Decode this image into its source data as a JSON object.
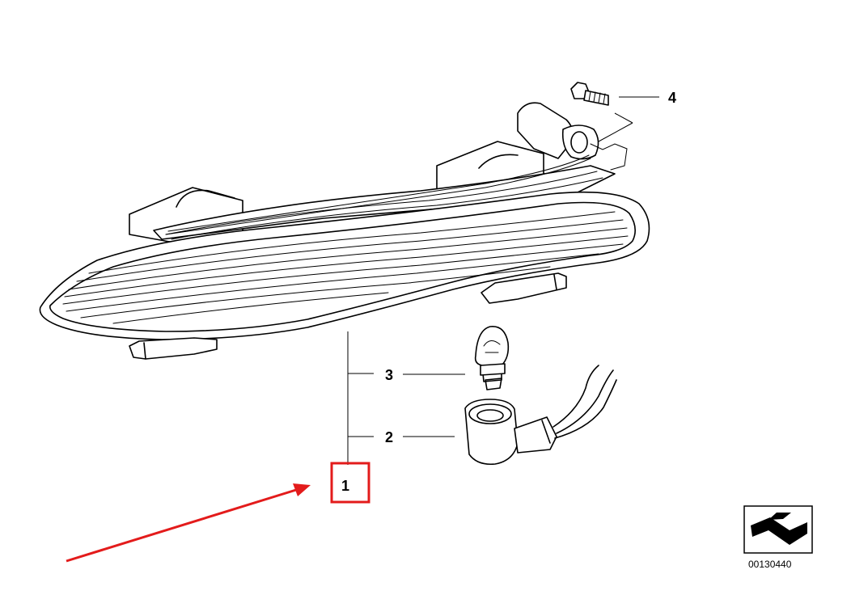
{
  "callouts": [
    {
      "number": "1",
      "part": "turn-signal-light"
    },
    {
      "number": "2",
      "part": "bulb-socket"
    },
    {
      "number": "3",
      "part": "bulb"
    },
    {
      "number": "4",
      "part": "screw"
    }
  ],
  "highlight": {
    "callout": "1",
    "box_color": "#e31b1b",
    "arrow_color": "#e31b1b"
  },
  "catalog_number": "00130440",
  "catalog_icon": "catalog-arrow-icon"
}
